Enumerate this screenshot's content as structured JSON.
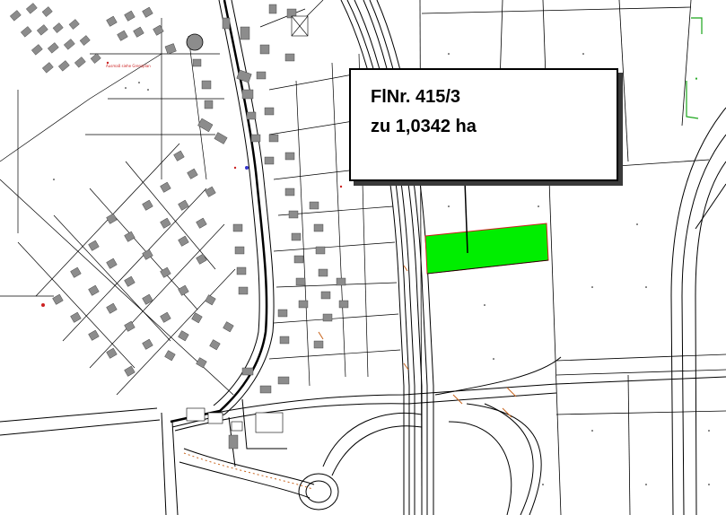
{
  "map": {
    "callout_line1": "FlNr. 415/3",
    "callout_line2": "zu 1,0342 ha",
    "tiny_label": "Ausmaß siehe Grenzplan",
    "colors": {
      "parcel_fill": "#00ee00",
      "parcel_edge": "#d02020",
      "building": "#8c8c8c",
      "lines": "#000000",
      "road_hatch": "#c8651e",
      "green_marks": "#1aa51a",
      "callout_border": "#000000"
    }
  }
}
